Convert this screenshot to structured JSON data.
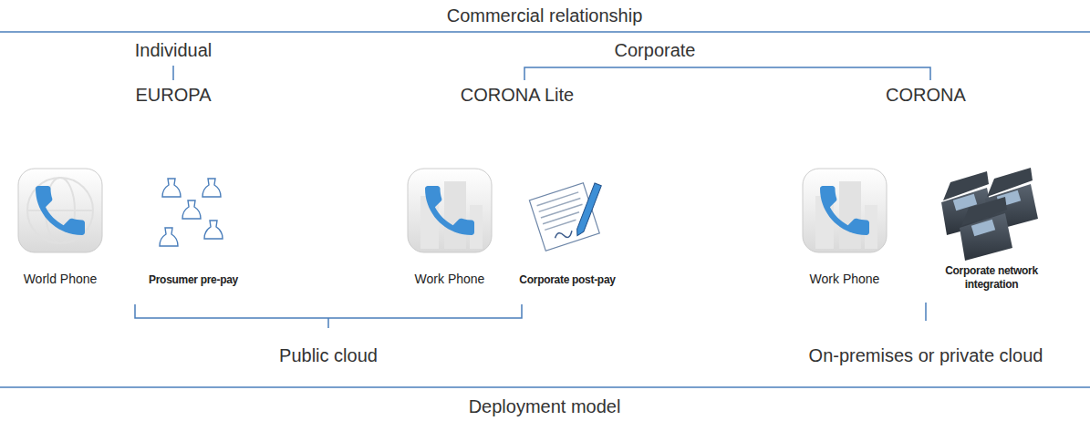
{
  "diagram": {
    "nodes": [
      {
        "text": [
          "World Phone"
        ]
      },
      {
        "text": [
          "Prosumer pre-pay"
        ]
      },
      {
        "text": [
          "Work Phone"
        ]
      },
      {
        "text": [
          "Corporate post-pay"
        ]
      },
      {
        "text": [
          "Work Phone"
        ]
      },
      {
        "text": [
          "Corporate network integration"
        ]
      }
    ],
    "labels": [
      "Commercial relationship",
      "Individual",
      "Corporate",
      "EUROPA",
      "CORONA Lite",
      "CORONA",
      "Public cloud",
      "On-premises or private cloud",
      "Deployment model"
    ]
  }
}
